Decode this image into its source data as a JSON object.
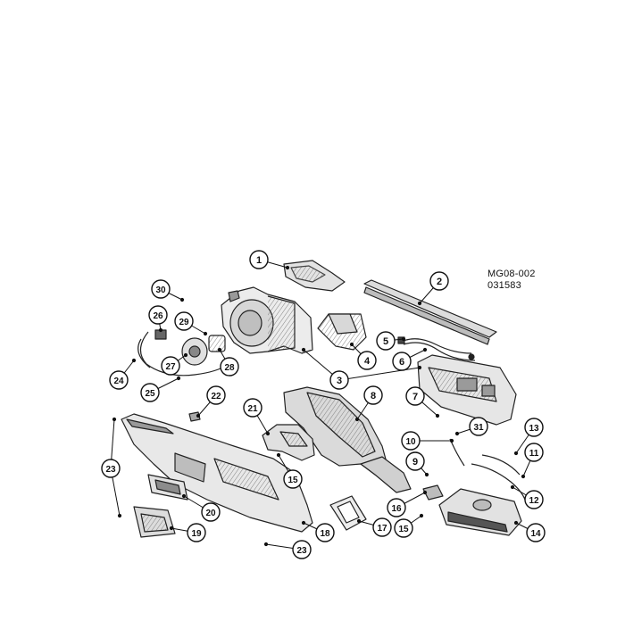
{
  "figure_code": "MG08-002",
  "date_code": "031583",
  "callouts": [
    {
      "id": "c1",
      "label": "1"
    },
    {
      "id": "c2",
      "label": "2"
    },
    {
      "id": "c3",
      "label": "3"
    },
    {
      "id": "c4",
      "label": "4"
    },
    {
      "id": "c5",
      "label": "5"
    },
    {
      "id": "c6",
      "label": "6"
    },
    {
      "id": "c7",
      "label": "7"
    },
    {
      "id": "c8",
      "label": "8"
    },
    {
      "id": "c9",
      "label": "9"
    },
    {
      "id": "c10",
      "label": "10"
    },
    {
      "id": "c11",
      "label": "11"
    },
    {
      "id": "c12",
      "label": "12"
    },
    {
      "id": "c13",
      "label": "13"
    },
    {
      "id": "c14",
      "label": "14"
    },
    {
      "id": "c15a",
      "label": "15"
    },
    {
      "id": "c15b",
      "label": "15"
    },
    {
      "id": "c16",
      "label": "16"
    },
    {
      "id": "c17",
      "label": "17"
    },
    {
      "id": "c18",
      "label": "18"
    },
    {
      "id": "c19",
      "label": "19"
    },
    {
      "id": "c20",
      "label": "20"
    },
    {
      "id": "c21",
      "label": "21"
    },
    {
      "id": "c22",
      "label": "22"
    },
    {
      "id": "c23a",
      "label": "23"
    },
    {
      "id": "c23b",
      "label": "23"
    },
    {
      "id": "c24",
      "label": "24"
    },
    {
      "id": "c25",
      "label": "25"
    },
    {
      "id": "c26",
      "label": "26"
    },
    {
      "id": "c27",
      "label": "27"
    },
    {
      "id": "c28",
      "label": "28"
    },
    {
      "id": "c29",
      "label": "29"
    },
    {
      "id": "c30",
      "label": "30"
    },
    {
      "id": "c31",
      "label": "31"
    }
  ]
}
